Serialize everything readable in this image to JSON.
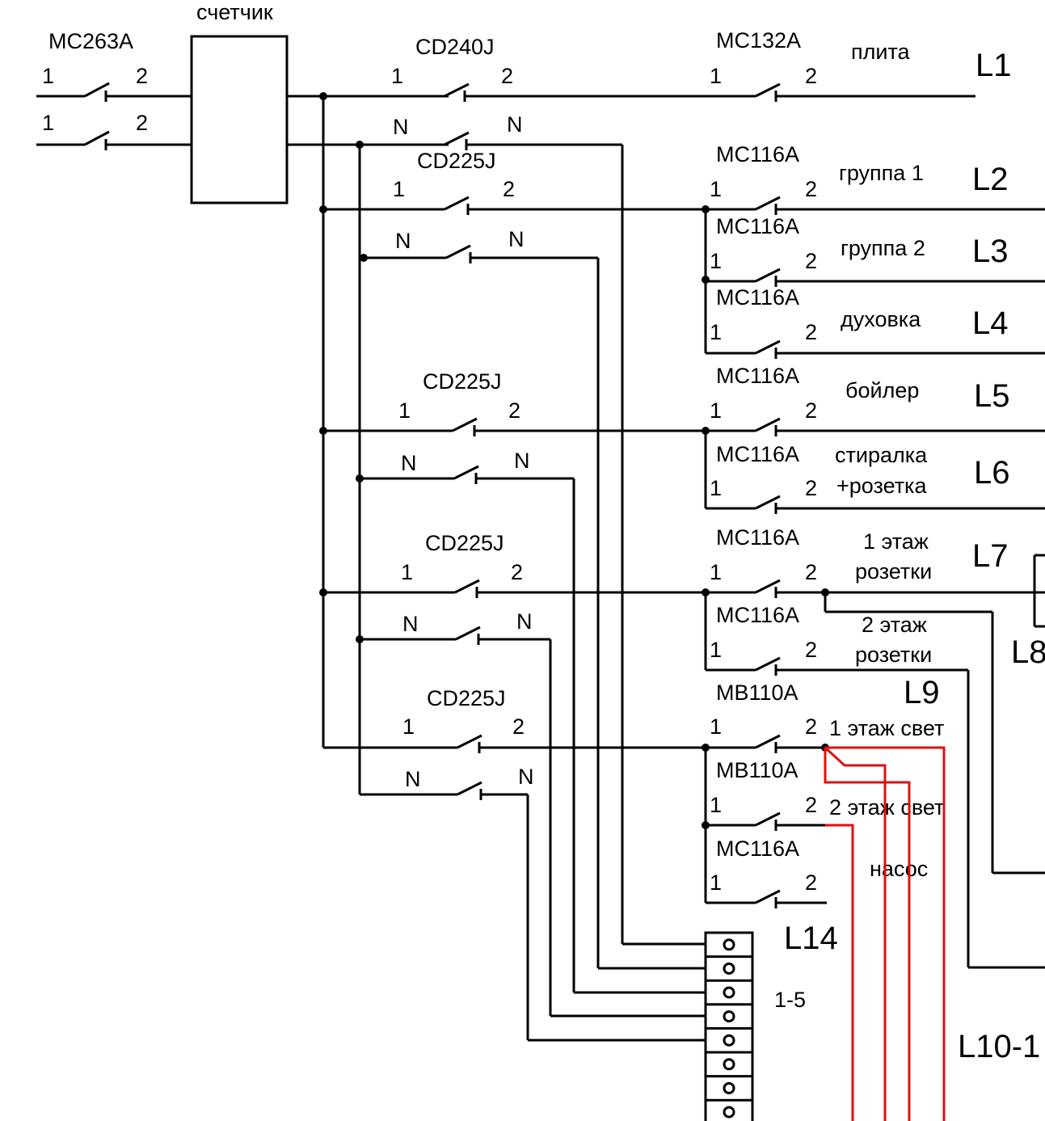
{
  "meter": {
    "label": "счетчик"
  },
  "main_breaker": {
    "model": "MC263A",
    "pins": [
      "1",
      "2",
      "1",
      "2"
    ]
  },
  "rcd": [
    {
      "model": "CD240J",
      "pins": [
        "1",
        "2",
        "N",
        "N"
      ]
    },
    {
      "model": "CD225J",
      "pins": [
        "1",
        "2",
        "N",
        "N"
      ]
    },
    {
      "model": "CD225J",
      "pins": [
        "1",
        "2",
        "N",
        "N"
      ]
    },
    {
      "model": "CD225J",
      "pins": [
        "1",
        "2",
        "N",
        "N"
      ]
    },
    {
      "model": "CD225J",
      "pins": [
        "1",
        "2",
        "N",
        "N"
      ]
    }
  ],
  "breakers": [
    {
      "model": "MC132A",
      "p1": "1",
      "p2": "2",
      "load": "плита",
      "line": "L1"
    },
    {
      "model": "MC116A",
      "p1": "1",
      "p2": "2",
      "load": "группа 1",
      "line": "L2"
    },
    {
      "model": "MC116A",
      "p1": "1",
      "p2": "2",
      "load": "группа 2",
      "line": "L3"
    },
    {
      "model": "MC116A",
      "p1": "1",
      "p2": "2",
      "load": "духовка",
      "line": "L4"
    },
    {
      "model": "MC116A",
      "p1": "1",
      "p2": "2",
      "load": "бойлер",
      "line": "L5"
    },
    {
      "model": "MC116A",
      "p1": "1",
      "p2": "2",
      "load1": "стиралка",
      "load2": "+розетка",
      "line": "L6"
    },
    {
      "model": "MC116A",
      "p1": "1",
      "p2": "2",
      "load1": "1 этаж",
      "load2": "розетки",
      "line": "L7"
    },
    {
      "model": "MC116A",
      "p1": "1",
      "p2": "2",
      "load1": "2 этаж",
      "load2": "розетки",
      "line": "L8"
    },
    {
      "model": "MB110A",
      "p1": "1",
      "p2": "2",
      "load": "1 этаж свет",
      "line": "L9"
    },
    {
      "model": "MB110A",
      "p1": "1",
      "p2": "2",
      "load": "2 этаж свет"
    },
    {
      "model": "MC116A",
      "p1": "1",
      "p2": "2",
      "load": "насос",
      "line": "L14"
    }
  ],
  "terminal": {
    "label": "1-5"
  },
  "extra_lines": {
    "l10": "L10-1"
  },
  "colors": {
    "wire": "#000000",
    "light_wire": "#e01010"
  }
}
